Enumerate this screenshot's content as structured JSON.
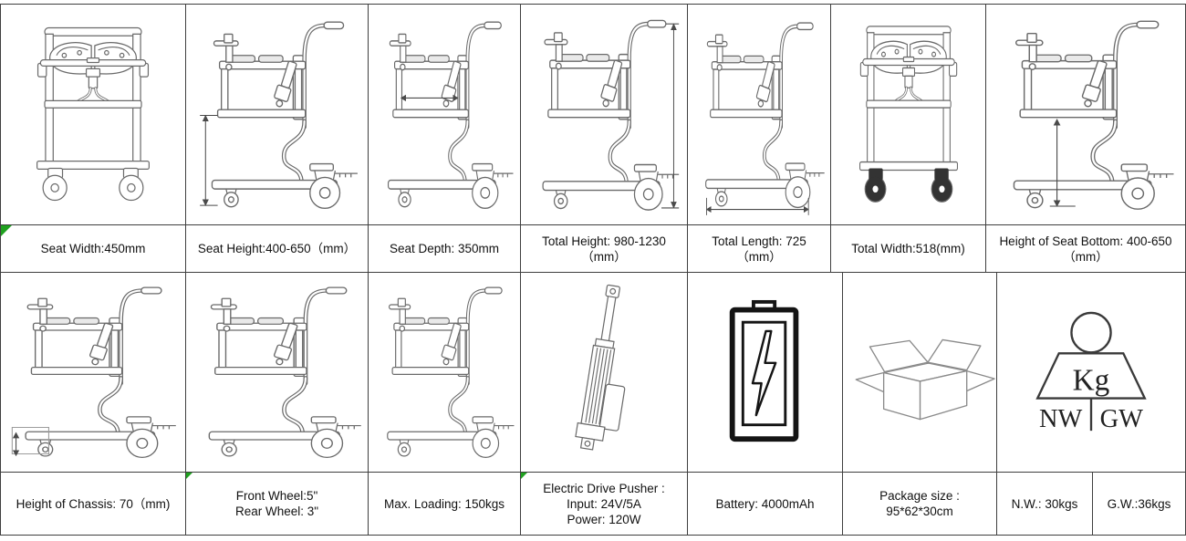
{
  "document": {
    "kind": "transfer-lift-chair specification sheet",
    "colors": {
      "background": "#ffffff",
      "grid_border": "#3f3f3f",
      "drawing_line": "#6a6a6a",
      "dimension_line": "#4a4a4a",
      "icon_black": "#141414",
      "carton_line": "#8a8a8a",
      "marker_green": "#1fa11f",
      "text": "#111111"
    }
  },
  "labels_row1": [
    {
      "lines": [
        "Seat Width:450mm"
      ]
    },
    {
      "lines": [
        "Seat Height:400-650（mm）"
      ]
    },
    {
      "lines": [
        "Seat Depth: 350mm"
      ]
    },
    {
      "lines": [
        "Total Height: 980-1230",
        "（mm）"
      ]
    },
    {
      "lines": [
        "Total Length: 725",
        "（mm）"
      ]
    },
    {
      "lines": [
        "Total Width:518(mm)"
      ]
    },
    {
      "lines": [
        "Height of Seat Bottom: 400-650",
        "（mm）"
      ]
    }
  ],
  "labels_row2": [
    {
      "lines": [
        "Height of Chassis: 70（mm)"
      ]
    },
    {
      "lines": [
        "Front Wheel:5\"",
        "Rear Wheel: 3\""
      ]
    },
    {
      "lines": [
        "Max. Loading: 150kgs"
      ]
    },
    {
      "lines": [
        "Electric Drive Pusher :",
        "Input: 24V/5A",
        "Power: 120W"
      ]
    },
    {
      "lines": [
        "Battery: 4000mAh"
      ]
    },
    {
      "lines": [
        "Package size :",
        "95*62*30cm"
      ]
    },
    {
      "lines": [
        "N.W.: 30kgs"
      ]
    },
    {
      "lines": [
        "G.W.:36kgs"
      ]
    }
  ],
  "weight_icon": {
    "kg": "Kg",
    "nw": "NW",
    "gw": "GW"
  },
  "icons": {
    "r1c1": "cart-front-view-drawing",
    "r1c2": "cart-side-view-seat-height-dimension",
    "r1c3": "cart-side-view-seat-depth-dimension",
    "r1c4": "cart-side-view-total-height-dimension",
    "r1c5": "cart-side-view-total-length-dimension",
    "r1c6": "cart-rear-view-dark-wheels-drawing",
    "r1c7": "cart-side-view-seat-bottom-height-dimension",
    "r2c1": "cart-side-view-chassis-height-dimension",
    "r2c2": "cart-side-view-drawing",
    "r2c3": "cart-side-view-drawing",
    "r2c4": "linear-actuator-drawing",
    "r2c5": "battery-lightning-icon",
    "r2c6": "open-carton-box-icon",
    "r2c7": "weight-kg-nw-gw-icon"
  }
}
